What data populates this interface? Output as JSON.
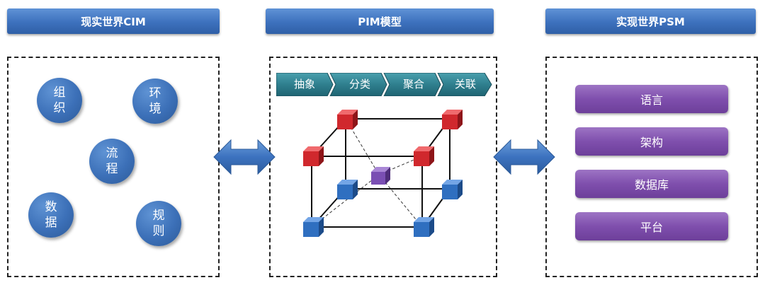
{
  "headers": {
    "cim": "现实世界CIM",
    "pim": "PIM模型",
    "psm": "实现世界PSM"
  },
  "cim_circles": [
    {
      "line1": "组",
      "line2": "织"
    },
    {
      "line1": "环",
      "line2": "境"
    },
    {
      "line1": "流",
      "line2": "程"
    },
    {
      "line1": "数",
      "line2": "据"
    },
    {
      "line1": "规",
      "line2": "则"
    }
  ],
  "pim_steps": [
    "抽象",
    "分类",
    "聚合",
    "关联"
  ],
  "psm_items": [
    "语言",
    "架构",
    "数据库",
    "平台"
  ],
  "colors": {
    "header_blue": "#3d71bd",
    "circle_blue": "#3c70b8",
    "chevron_teal": "#2f7f8e",
    "pill_purple": "#7f4fad",
    "cube_red": "#d0282d",
    "cube_blue": "#2f6fc0",
    "cube_purple": "#7a4fb3"
  }
}
